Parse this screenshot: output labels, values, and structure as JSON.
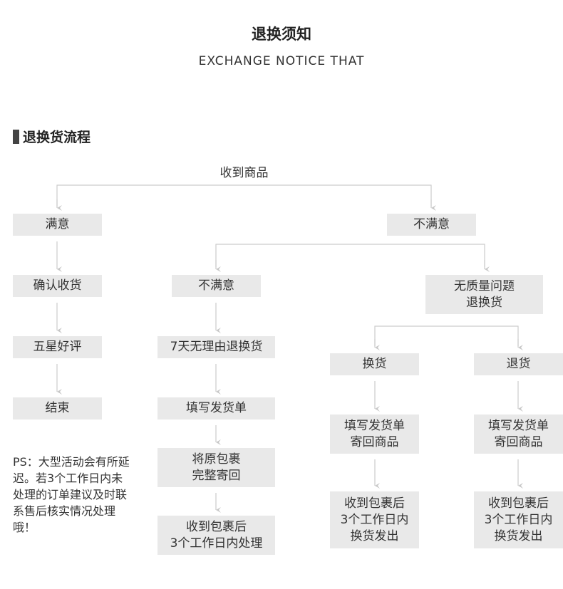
{
  "header": {
    "title": "退换须知",
    "subtitle": "EXCHANGE NOTICE THAT"
  },
  "section_title": "退换货流程",
  "flow": {
    "start": "收到商品",
    "satisfied": "满意",
    "confirm": "确认收货",
    "five_star": "五星好评",
    "end": "结束",
    "unsatisfied_top": "不满意",
    "unsatisfied_mid": "不满意",
    "seven_day": "7天无理由退换货",
    "fill_form": "填写发货单",
    "return_package": "将原包裹\n完整寄回",
    "process": "收到包裹后\n3个工作日内处理",
    "no_quality": "无质量问题\n退换货",
    "exchange": "换货",
    "refund": "退货",
    "exchange_fill": "填写发货单\n寄回商品",
    "refund_fill": "填写发货单\n寄回商品",
    "exchange_ship": "收到包裹后\n3个工作日内\n换货发出",
    "refund_ship": "收到包裹后\n3个工作日内\n换货发出"
  },
  "ps_note": "PS：大型活动会有所延迟。若3个工作日内未处理的订单建议及时联系售后核实情况处理哦！",
  "colors": {
    "box": "#e9e9e9",
    "line": "#cccccc",
    "text": "#333333"
  }
}
